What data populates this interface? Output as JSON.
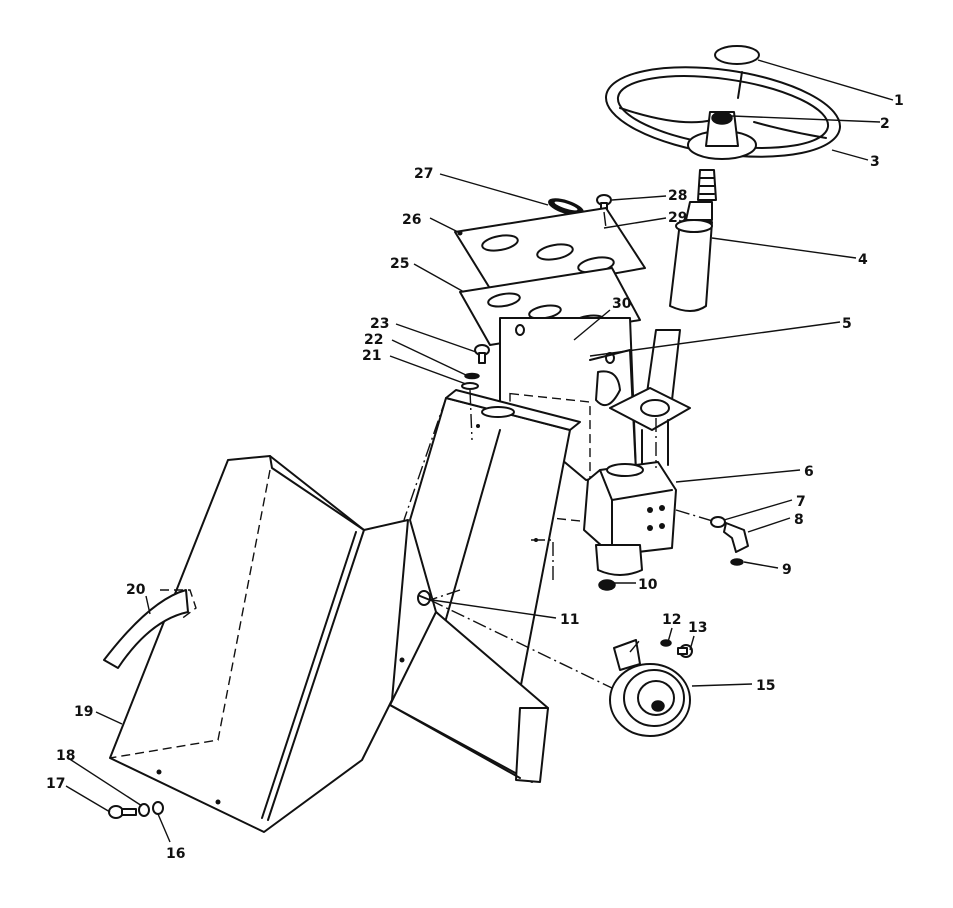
{
  "diagram": {
    "callouts": [
      {
        "num": "1"
      },
      {
        "num": "2"
      },
      {
        "num": "3"
      },
      {
        "num": "4"
      },
      {
        "num": "5"
      },
      {
        "num": "6"
      },
      {
        "num": "7"
      },
      {
        "num": "8"
      },
      {
        "num": "9"
      },
      {
        "num": "10"
      },
      {
        "num": "11"
      },
      {
        "num": "12"
      },
      {
        "num": "13"
      },
      {
        "num": "15"
      },
      {
        "num": "16"
      },
      {
        "num": "17"
      },
      {
        "num": "18"
      },
      {
        "num": "19"
      },
      {
        "num": "20"
      },
      {
        "num": "21"
      },
      {
        "num": "22"
      },
      {
        "num": "23"
      },
      {
        "num": "25"
      },
      {
        "num": "26"
      },
      {
        "num": "27"
      },
      {
        "num": "28"
      },
      {
        "num": "29"
      },
      {
        "num": "30"
      }
    ]
  }
}
